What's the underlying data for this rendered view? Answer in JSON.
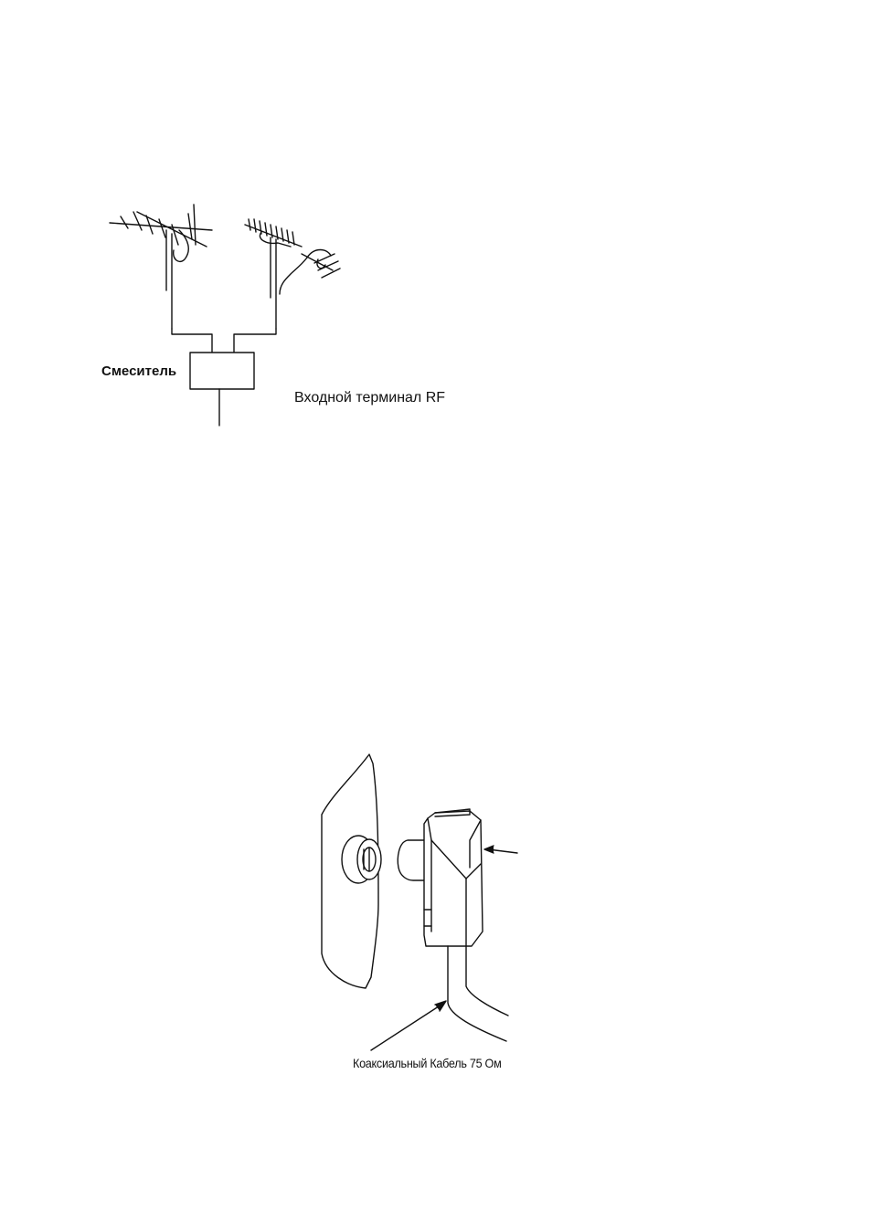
{
  "figure_antenna": {
    "mixer_label": "Смеситель",
    "rf_terminal_label": "Входной терминал RF"
  },
  "figure_connector": {
    "cable_label": "Коаксиальный Кабель 75 Ом"
  },
  "colors": {
    "ink": "#111111",
    "paper": "#ffffff"
  }
}
